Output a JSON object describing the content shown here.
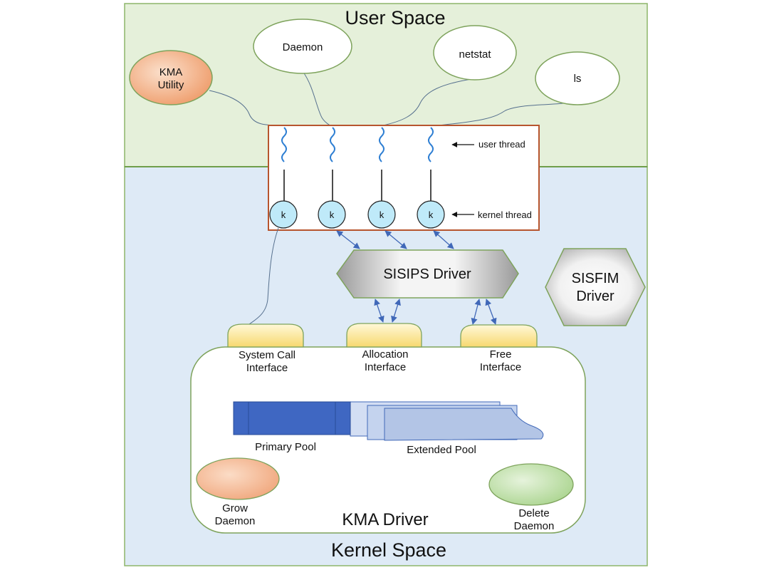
{
  "regions": {
    "user_space_title": "User Space",
    "kernel_space_title": "Kernel Space"
  },
  "user_processes": {
    "kma_utility": [
      "KMA",
      "Utility"
    ],
    "daemon": "Daemon",
    "netstat": "netstat",
    "ls": "ls"
  },
  "thread_box": {
    "user_thread_label": "user thread",
    "kernel_thread_label": "kernel thread",
    "kernel_thread_glyph": "k"
  },
  "drivers": {
    "sisips": "SISIPS Driver",
    "sisfim": [
      "SISFIM",
      "Driver"
    ]
  },
  "interfaces": {
    "system_call": [
      "System Call",
      "Interface"
    ],
    "allocation": [
      "Allocation",
      "Interface"
    ],
    "free": [
      "Free",
      "Interface"
    ]
  },
  "kma_driver": {
    "title": "KMA Driver",
    "primary_pool": "Primary Pool",
    "extended_pool": "Extended Pool",
    "grow_daemon": [
      "Grow",
      "Daemon"
    ],
    "delete_daemon": [
      "Delete",
      "Daemon"
    ]
  },
  "colors": {
    "user_space_bg": "#e5f0da",
    "kernel_space_bg": "#deeaf6",
    "region_border": "#8db56a",
    "thread_box_border": "#b7552e",
    "kernel_thread_fill": "#bfeaf9",
    "kma_utility_fill": "#f2a97e",
    "grow_daemon_fill": "#f2a97e",
    "delete_daemon_fill": "#b9dca0",
    "interface_fill": "#fde9a8",
    "primary_pool": "#3f67c2",
    "extended_pool": "#b3c5e6",
    "arrow_color": "#4068b8",
    "user_thread_wave": "#2f7fd3"
  }
}
